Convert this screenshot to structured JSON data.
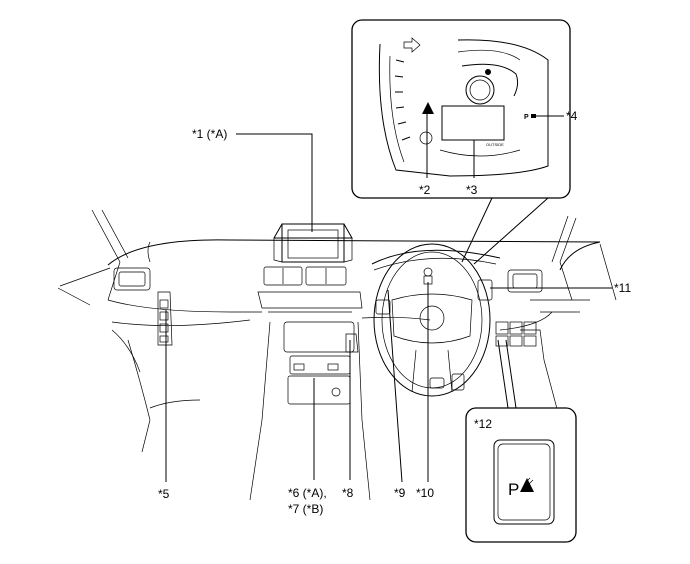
{
  "labels": {
    "c1": "*1 (*A)",
    "c2": "*2",
    "c3": "*3",
    "c4": "*4",
    "c5": "*5",
    "c6": "*6 (*A),",
    "c7": "*7 (*B)",
    "c8": "*8",
    "c9": "*9",
    "c10": "*10",
    "c11": "*11",
    "c12": "*12"
  },
  "gauge_text": {
    "display_caption": "OUTSIDE",
    "p_indicator": "P"
  },
  "switch_text": {
    "p_letter": "P"
  },
  "icons": {
    "cluster": "combination-meter",
    "warning": "warning-triangle-icon",
    "switch": "parking-assist-switch-icon"
  }
}
